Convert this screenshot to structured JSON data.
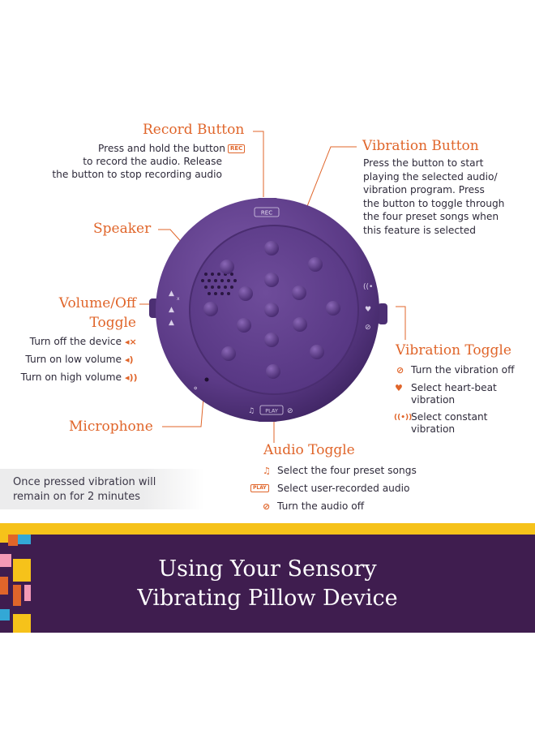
{
  "labels": {
    "record": {
      "title": "Record Button",
      "lines": [
        "Press and hold the button",
        "to record the audio. Release",
        "the button to stop recording audio"
      ],
      "icon": "REC"
    },
    "vibration_button": {
      "title": "Vibration Button",
      "lines": [
        "Press the button to start",
        "playing the selected audio/",
        "vibration program. Press",
        "the button to toggle through",
        "the four preset songs when",
        "this feature is selected"
      ]
    },
    "speaker": {
      "title": "Speaker"
    },
    "volume": {
      "title_line1": "Volume/Off",
      "title_line2": "Toggle",
      "items": [
        {
          "text": "Turn off the device",
          "icon": "speaker-mute-icon"
        },
        {
          "text": "Turn on low volume",
          "icon": "speaker-low-icon"
        },
        {
          "text": "Turn on high volume",
          "icon": "speaker-high-icon"
        }
      ]
    },
    "vibration_toggle": {
      "title": "Vibration Toggle",
      "items": [
        {
          "lines": [
            "Turn the vibration off"
          ],
          "icon": "no-icon"
        },
        {
          "lines": [
            "Select heart-beat",
            "vibration"
          ],
          "icon": "heart-beat-icon"
        },
        {
          "lines": [
            "Select constant",
            "vibration"
          ],
          "icon": "vibration-waves-icon"
        }
      ]
    },
    "microphone": {
      "title": "Microphone"
    },
    "audio_toggle": {
      "title": "Audio Toggle",
      "items": [
        {
          "text": "Select the four preset songs",
          "icon": "music-note-icon"
        },
        {
          "text": "Select user-recorded audio",
          "icon": "play-badge-icon",
          "badge": "PLAY"
        },
        {
          "text": "Turn the audio off",
          "icon": "no-icon"
        }
      ]
    }
  },
  "note": {
    "line1": "Once pressed vibration will",
    "line2": "remain on for 2 minutes"
  },
  "banner": {
    "line1": "Using Your Sensory",
    "line2": "Vibrating Pillow Device"
  },
  "device": {
    "rec_label": "REC",
    "play_label": "PLAY"
  },
  "colors": {
    "accent": "#e0652a",
    "banner": "#3f1d4f",
    "stripe": "#f6c21a",
    "device": "#5b3a86"
  }
}
